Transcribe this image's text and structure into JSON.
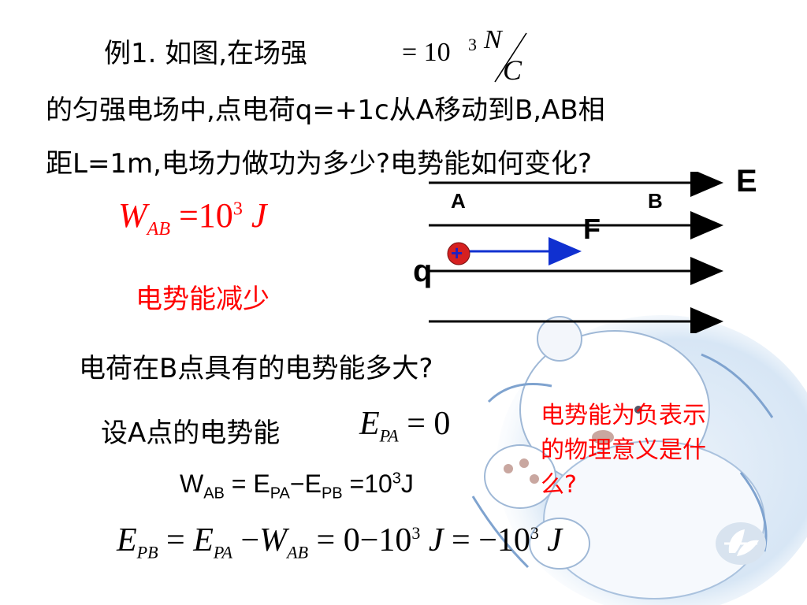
{
  "problem": {
    "line1_prefix": "例1.  如图,在场强",
    "line1_formula": {
      "eq": "= 10",
      "exp": "3",
      "num": "N",
      "den": "C"
    },
    "line2": "的匀强电场中,点电荷q=+1c从A移动到B,AB相",
    "line3": "距L=1m,电场力做功为多少?电势能如何变化?"
  },
  "answer": {
    "work": {
      "W": "W",
      "sub": "AB",
      "eq": "=10",
      "exp": "3",
      "unit": "J"
    },
    "energy_change": "电势能减少"
  },
  "diagram": {
    "field_label": "E",
    "point_a": "A",
    "point_b": "B",
    "force_label": "F",
    "charge_label": "q",
    "charge_sign": "+",
    "colors": {
      "charge": "#d62020",
      "force_arrow": "#1030d0",
      "field_lines": "#000000"
    }
  },
  "question2": "电荷在B点具有的电势能多大?",
  "assume": {
    "text": "设A点的电势能",
    "formula": {
      "E": "E",
      "sub": "PA",
      "eq": "= 0"
    }
  },
  "relation": {
    "w": "W",
    "w_sub": "AB",
    "eq1": " = E",
    "pa": "PA",
    "minus": "−",
    "e2": "E",
    "pb": "PB",
    "eq2": " =10",
    "exp": "3",
    "unit": "J"
  },
  "final_equation": {
    "lhs": "E",
    "lhs_sub": "PB",
    "eq1": "=",
    "e": "E",
    "e_sub": "PA",
    "minus": "−",
    "w": "W",
    "w_sub": "AB",
    "eq2": "=",
    "zero_minus": "0−10",
    "exp1": "3",
    "unit1": "J",
    "eq3": "=",
    "neg": "−10",
    "exp2": "3",
    "unit2": "J"
  },
  "side_note": {
    "line1": "电势能为负表示",
    "line2": "的物理意义是什",
    "line3": "么?"
  },
  "decoration": {
    "illustration": "bear-illustration",
    "logo": "leaf-logo-icon"
  }
}
